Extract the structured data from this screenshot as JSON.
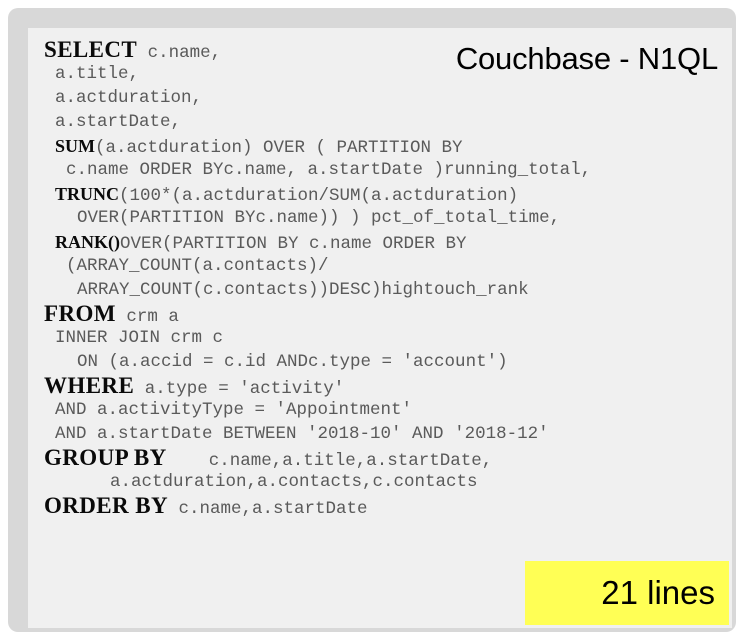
{
  "panel": {
    "title": "Couchbase - N1QL",
    "background_color": "#f0f0f0",
    "frame_color": "#d8d8d8"
  },
  "badge": {
    "label": "21 lines",
    "background_color": "#ffff55",
    "text_color": "#000000"
  },
  "code": {
    "language": "N1QL",
    "line_count": "21",
    "keyword_color": "#0a0a0a",
    "text_color": "#5a5a5a",
    "lines": [
      {
        "indent": 0,
        "keyword": "SELECT",
        "keyword_size": "large",
        "text": " c.name,"
      },
      {
        "indent": 1,
        "keyword": "",
        "keyword_size": "",
        "text": "a.title,"
      },
      {
        "indent": 1,
        "keyword": "",
        "keyword_size": "",
        "text": "a.actduration,"
      },
      {
        "indent": 1,
        "keyword": "",
        "keyword_size": "",
        "text": "a.startDate,"
      },
      {
        "indent": 1,
        "keyword": "SUM",
        "keyword_size": "small",
        "text": "(a.actduration) OVER ( PARTITION BY"
      },
      {
        "indent": 2,
        "keyword": "",
        "keyword_size": "",
        "text": "c.name ORDER BYc.name, a.startDate )running_total,"
      },
      {
        "indent": 1,
        "keyword": "TRUNC",
        "keyword_size": "small",
        "text": "(100*(a.actduration/SUM(a.actduration)"
      },
      {
        "indent": 3,
        "keyword": "",
        "keyword_size": "",
        "text": "OVER(PARTITION BYc.name)) ) pct_of_total_time,"
      },
      {
        "indent": 1,
        "keyword": "RANK()",
        "keyword_size": "small",
        "text": "OVER(PARTITION BY c.name ORDER BY"
      },
      {
        "indent": 2,
        "keyword": "",
        "keyword_size": "",
        "text": "(ARRAY_COUNT(a.contacts)/"
      },
      {
        "indent": 3,
        "keyword": "",
        "keyword_size": "",
        "text": "ARRAY_COUNT(c.contacts))DESC)hightouch_rank"
      },
      {
        "indent": 0,
        "keyword": "FROM",
        "keyword_size": "large",
        "text": " crm a"
      },
      {
        "indent": 1,
        "keyword": "",
        "keyword_size": "",
        "text": "INNER JOIN crm c"
      },
      {
        "indent": 3,
        "keyword": "",
        "keyword_size": "",
        "text": "ON (a.accid = c.id ANDc.type = 'account')"
      },
      {
        "indent": 0,
        "keyword": "WHERE",
        "keyword_size": "large",
        "text": " a.type = 'activity'"
      },
      {
        "indent": 1,
        "keyword": "",
        "keyword_size": "",
        "text": "AND a.activityType = 'Appointment'"
      },
      {
        "indent": 1,
        "keyword": "",
        "keyword_size": "",
        "text": "AND a.startDate BETWEEN '2018-10' AND '2018-12'"
      },
      {
        "indent": 0,
        "keyword": "GROUP BY",
        "keyword_size": "large",
        "text": "    c.name,a.title,a.startDate,"
      },
      {
        "indent": 6,
        "keyword": "",
        "keyword_size": "",
        "text": "a.actduration,a.contacts,c.contacts"
      },
      {
        "indent": 0,
        "keyword": "ORDER BY",
        "keyword_size": "large",
        "text": " c.name,a.startDate"
      }
    ]
  }
}
